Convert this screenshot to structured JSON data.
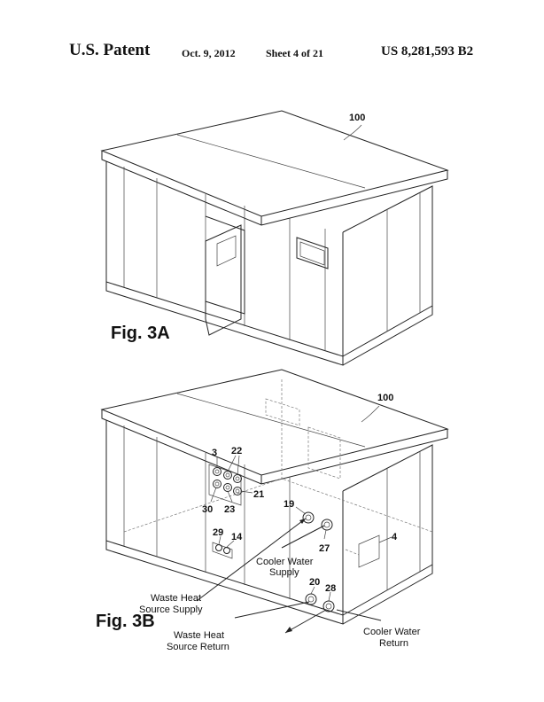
{
  "header": {
    "patent": "U.S. Patent",
    "date": "Oct. 9, 2012",
    "sheet": "Sheet 4 of 21",
    "number": "US 8,281,593 B2"
  },
  "fig3a": {
    "caption": "Fig. 3A",
    "ref_100": "100"
  },
  "fig3b": {
    "caption": "Fig. 3B",
    "ref_100": "100",
    "refs": {
      "r3": "3",
      "r22": "22",
      "r21": "21",
      "r30": "30",
      "r23": "23",
      "r19": "19",
      "r27": "27",
      "r29": "29",
      "r14": "14",
      "r4": "4",
      "r20": "20",
      "r28": "28"
    },
    "labels": {
      "cooler_supply_1": "Cooler Water",
      "cooler_supply_2": "Supply",
      "waste_supply_1": "Waste Heat",
      "waste_supply_2": "Source Supply",
      "waste_return_1": "Waste Heat",
      "waste_return_2": "Source Return",
      "cooler_return_1": "Cooler Water",
      "cooler_return_2": "Return"
    }
  }
}
